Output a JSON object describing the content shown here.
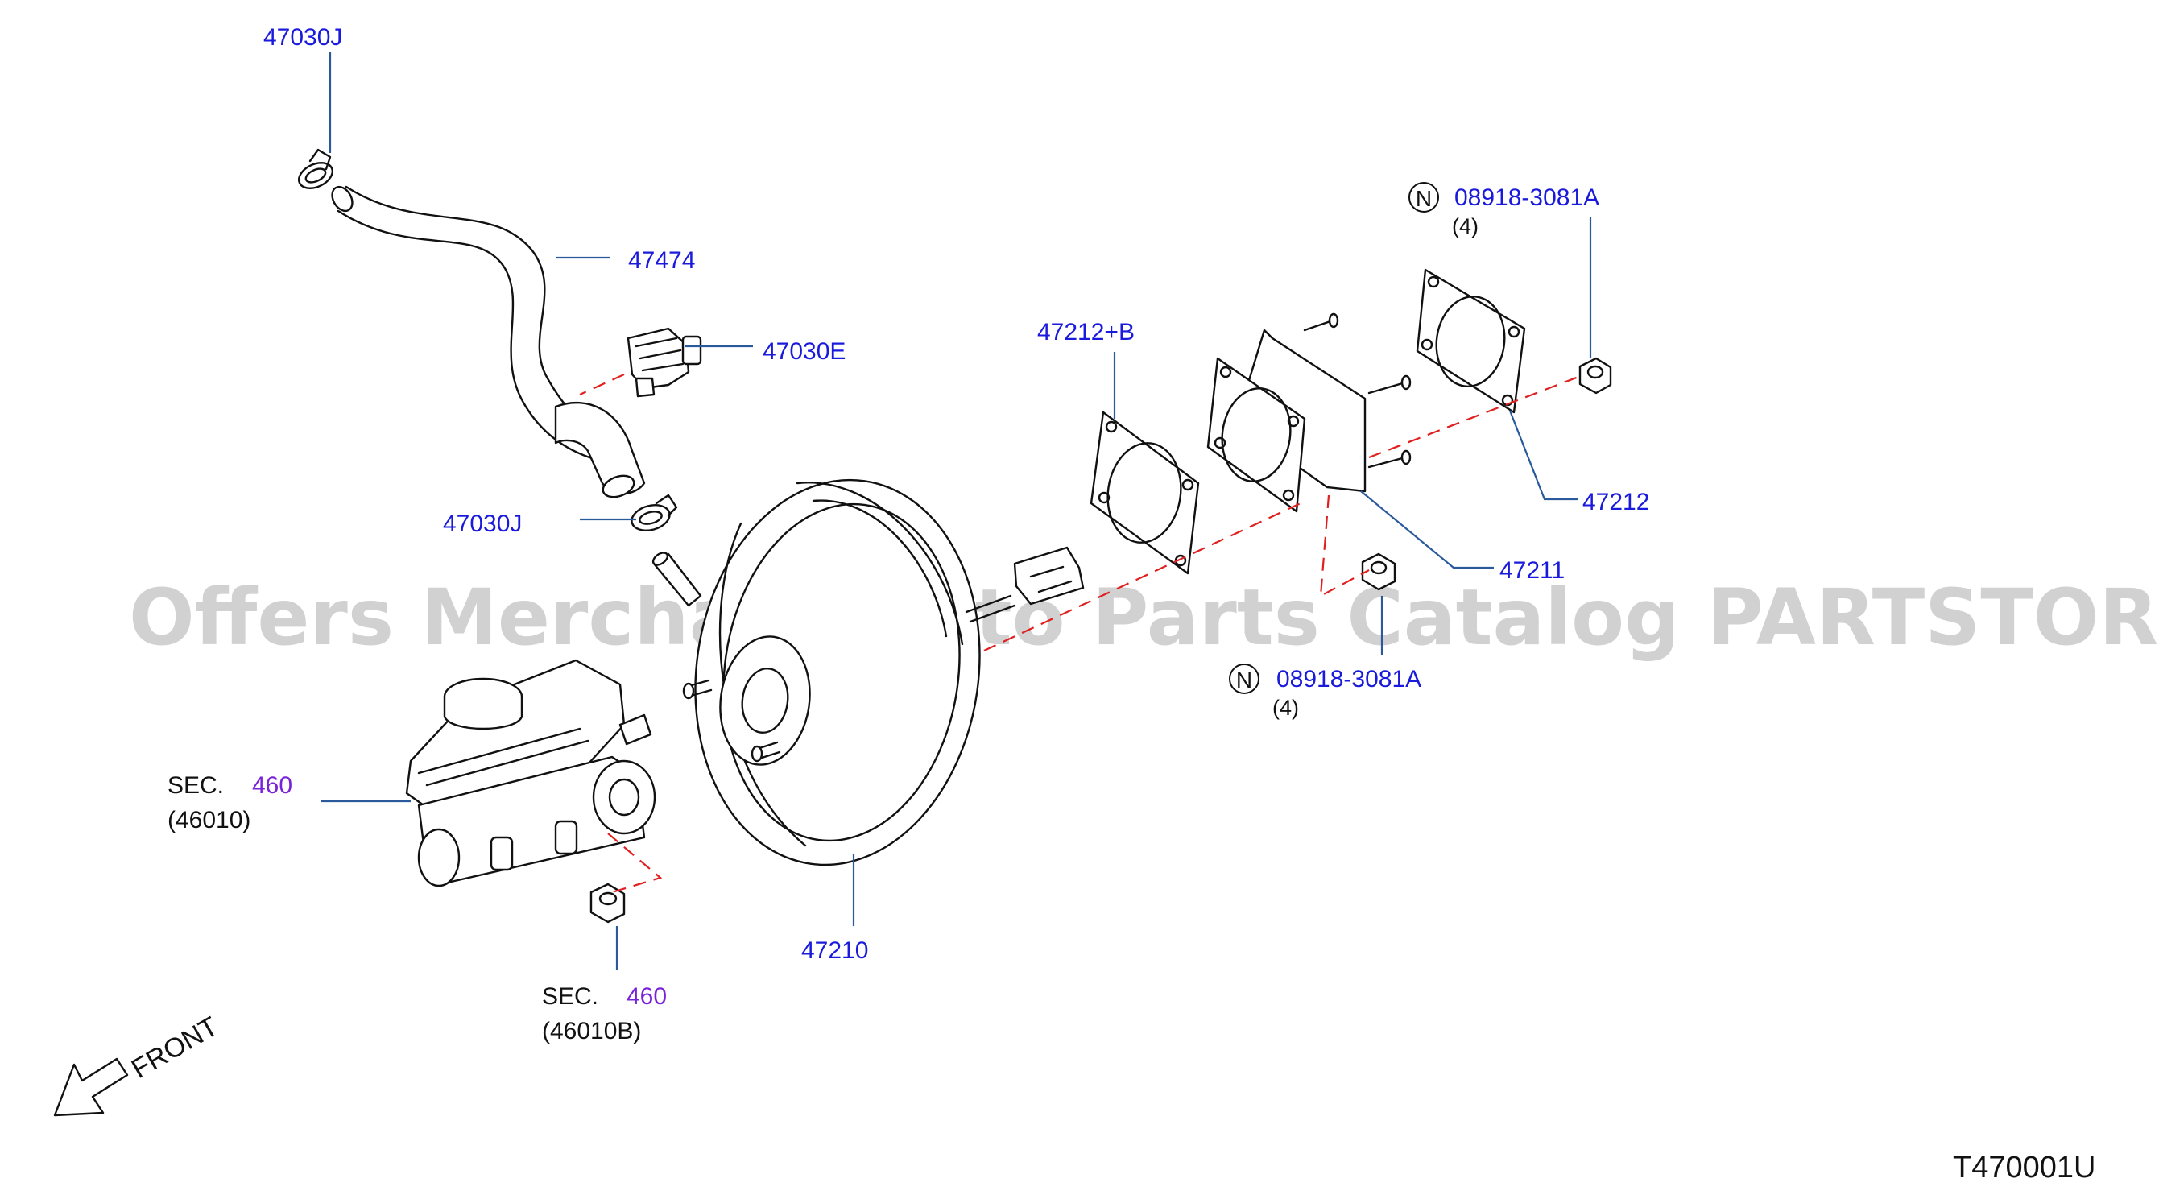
{
  "watermark": "Offers Merchant Auto Parts Catalog PARTSTORE.SA",
  "diagram_id": "T470001U",
  "front_label": "FRONT",
  "note_letter": "N",
  "callouts": {
    "clamp_top": "47030J",
    "hose": "47474",
    "check_valve": "47030E",
    "clamp_lower": "47030J",
    "gasket_front": "47212+B",
    "nut_top_part": "08918-3081A",
    "nut_top_qty": "(4)",
    "gasket_rear": "47212",
    "spacer": "47211",
    "nut_lower_part": "08918-3081A",
    "nut_lower_qty": "(4)",
    "booster": "47210"
  },
  "sec_refs": {
    "master_cyl": {
      "prefix": "SEC.",
      "section": "460",
      "code": "(46010)"
    },
    "nut_cyl": {
      "prefix": "SEC.",
      "section": "460",
      "code": "(46010B)"
    }
  },
  "colors": {
    "callout": "#1a1adc",
    "section": "#7a22d8",
    "leader": "#2a5a9c",
    "dashed": "#e02020"
  }
}
